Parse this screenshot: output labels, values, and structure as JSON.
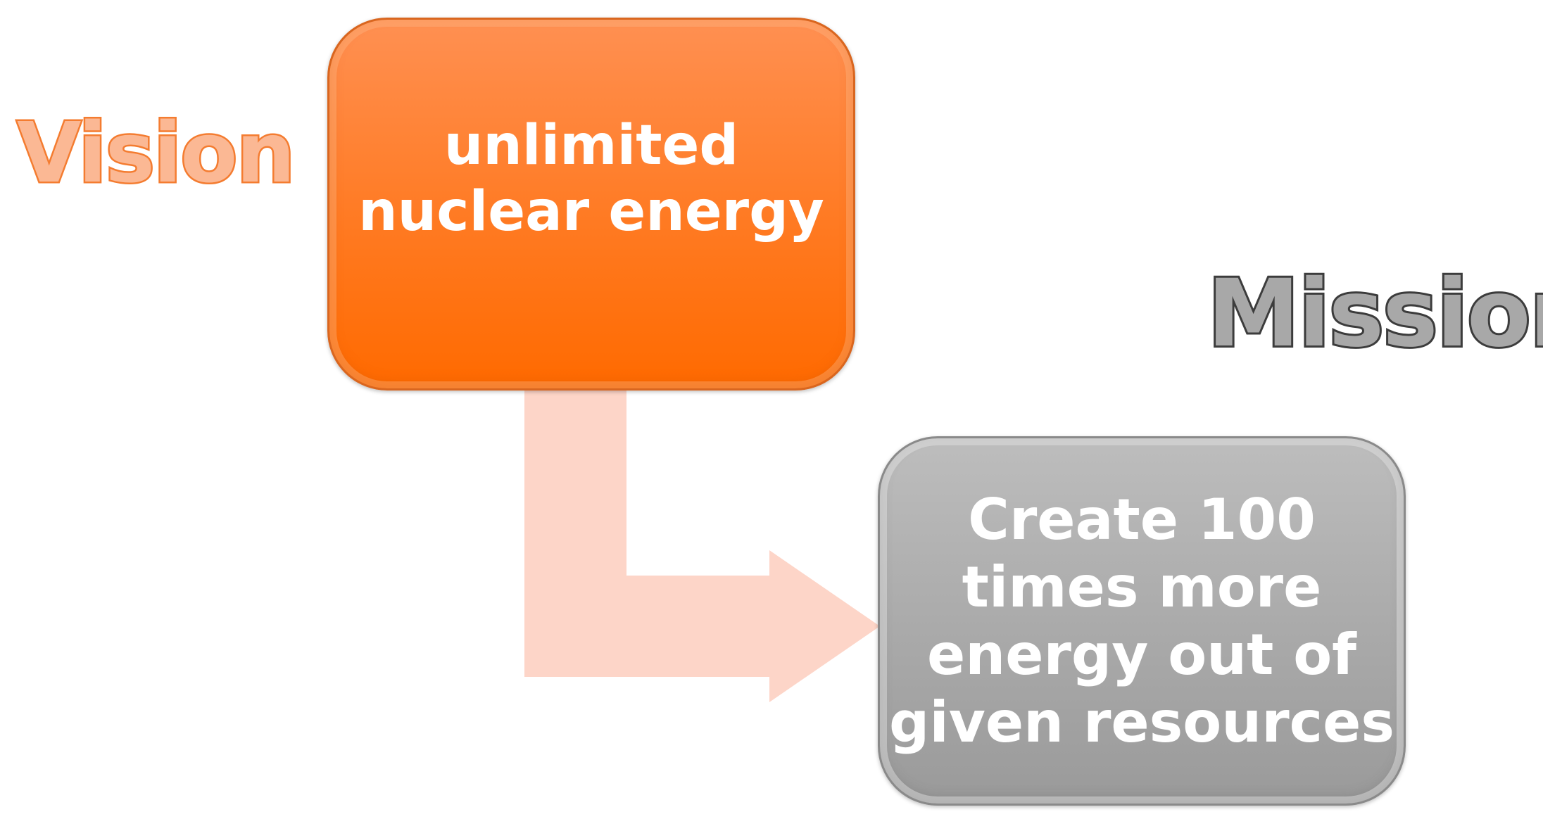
{
  "vision": {
    "heading": "Vision",
    "box_lines": [
      "unlimited",
      "nuclear energy"
    ]
  },
  "mission": {
    "heading": "Mission",
    "box_lines": [
      "Create 100",
      "times more",
      "energy out of",
      "given resources"
    ]
  },
  "colors": {
    "vision_orange": "#ff7a22",
    "mission_gray": "#a9a9a9",
    "arrow_peach": "#fdd5c8"
  }
}
